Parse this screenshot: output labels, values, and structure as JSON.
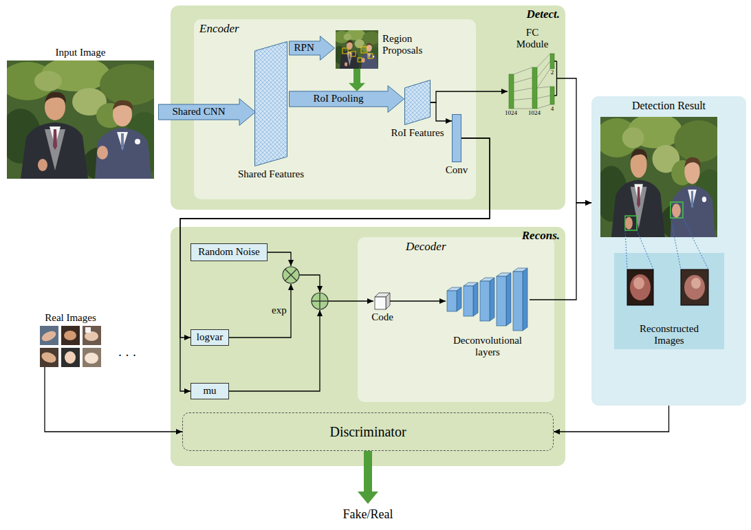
{
  "diagram": {
    "nodes": [
      {
        "text": [
          "Input Image"
        ]
      },
      {
        "text": [
          "Detect."
        ]
      },
      {
        "text": [
          "Encoder"
        ],
        "in": 1
      },
      {
        "text": [
          "Shared CNN"
        ]
      },
      {
        "text": [
          "Shared Features"
        ],
        "in": 2
      },
      {
        "text": [
          "RPN"
        ],
        "in": 2
      },
      {
        "text": [
          "Region Proposals"
        ],
        "in": 2
      },
      {
        "text": [
          "RoI Pooling"
        ],
        "in": 2
      },
      {
        "text": [
          "RoI Features"
        ],
        "in": 2
      },
      {
        "text": [
          "Conv"
        ],
        "in": 2
      },
      {
        "text": [
          "FC Module"
        ],
        "in": 1
      },
      {
        "text": [
          "Detection Result"
        ]
      },
      {
        "text": [
          "Reconstructed Images"
        ],
        "in": 11
      },
      {
        "text": [
          "Recons."
        ]
      },
      {
        "text": [
          "Random Noise"
        ],
        "in": 13
      },
      {
        "text": [
          "logvar"
        ],
        "in": 13
      },
      {
        "text": [
          "mu"
        ],
        "in": 13
      },
      {
        "text": [
          "Decoder"
        ],
        "in": 13
      },
      {
        "text": [
          "Code"
        ],
        "in": 17
      },
      {
        "text": [
          "Deconvolutional layers"
        ],
        "in": 17
      },
      {
        "text": [
          "Discriminator"
        ],
        "in": 13
      },
      {
        "text": [
          "Real Images"
        ]
      },
      {
        "text": [
          "Fake/Real"
        ]
      }
    ],
    "edges": [
      {
        "from": 6,
        "to": 7,
        "arrow": "to"
      },
      {
        "from": 8,
        "to": 10,
        "arrow": "to"
      },
      {
        "from": 8,
        "to": 9,
        "arrow": "to"
      },
      {
        "from": 9,
        "to": 15,
        "arrow": "to"
      },
      {
        "from": 9,
        "to": 16,
        "arrow": "to"
      },
      {
        "from": 10,
        "to": 11,
        "arrow": "to"
      },
      {
        "from": 18,
        "to": 19,
        "arrow": "to"
      },
      {
        "from": 19,
        "to": 11,
        "arrow": "to"
      },
      {
        "from": 21,
        "to": 20,
        "arrow": "to"
      },
      {
        "from": 11,
        "to": 20,
        "arrow": "to"
      },
      {
        "from": 20,
        "to": 22,
        "arrow": "to"
      }
    ],
    "labels": [
      "1024",
      "1024",
      "2",
      "4",
      "exp",
      "· · ·"
    ]
  }
}
